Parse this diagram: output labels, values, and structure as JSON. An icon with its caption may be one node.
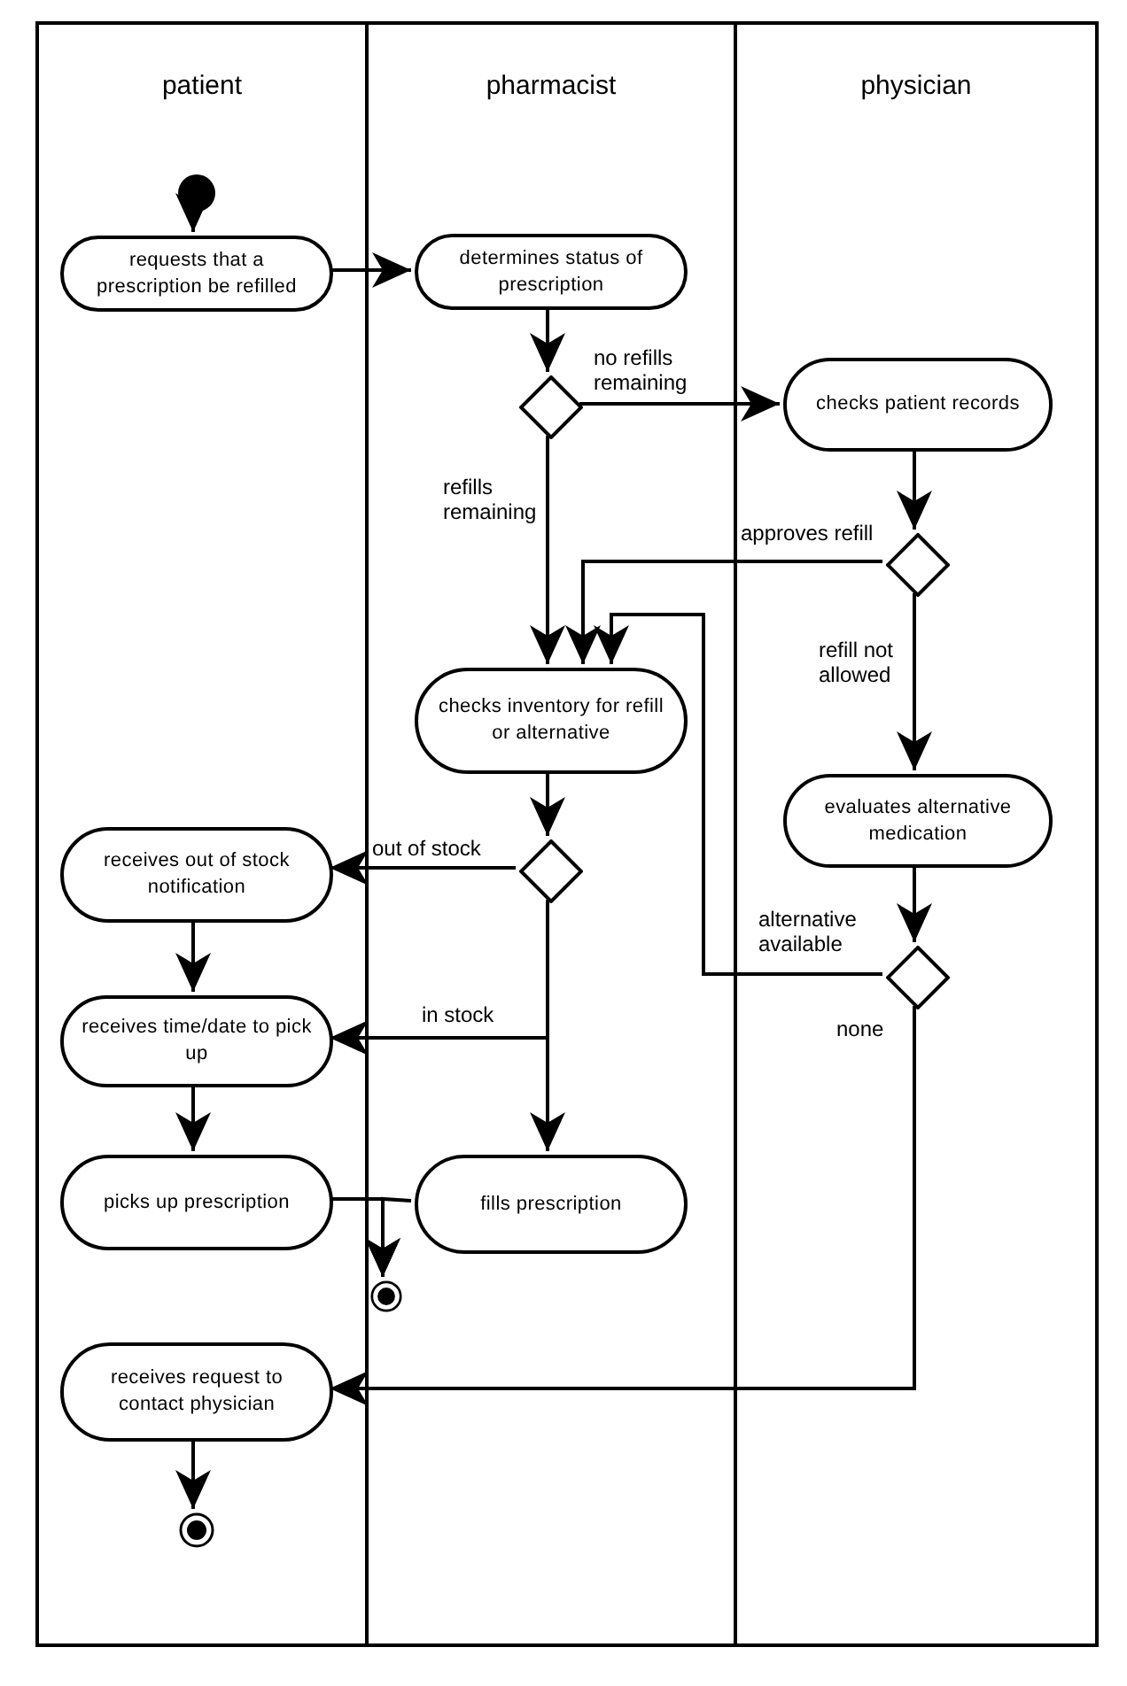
{
  "diagram": {
    "nodes": [
      {
        "text": [
          "patient"
        ]
      },
      {
        "text": [
          "pharmacist"
        ]
      },
      {
        "text": [
          "physician"
        ]
      },
      {
        "text": [],
        "shape": "circle",
        "in": 0
      },
      {
        "text": [
          "requests that a prescription be refilled"
        ],
        "in": 0
      },
      {
        "text": [
          "determines status of prescription"
        ],
        "in": 1
      },
      {
        "text": [],
        "shape": "diamond",
        "in": 1
      },
      {
        "text": [
          "checks patient records"
        ],
        "in": 2
      },
      {
        "text": [],
        "shape": "diamond",
        "in": 2
      },
      {
        "text": [
          "checks inventory for refill or alternative"
        ],
        "in": 1
      },
      {
        "text": [
          "evaluates alternative medication"
        ],
        "in": 2
      },
      {
        "text": [
          "receives out of stock notification"
        ],
        "in": 0
      },
      {
        "text": [],
        "shape": "diamond",
        "in": 1
      },
      {
        "text": [],
        "shape": "diamond",
        "in": 2
      },
      {
        "text": [
          "receives time/date to pick up"
        ],
        "in": 0
      },
      {
        "text": [
          "picks up prescription"
        ],
        "in": 0
      },
      {
        "text": [
          "fills prescription"
        ],
        "in": 1
      },
      {
        "text": [],
        "shape": "circle",
        "in": 1
      },
      {
        "text": [
          "receives request to contact physician"
        ],
        "in": 0
      },
      {
        "text": [],
        "shape": "circle",
        "in": 0
      }
    ],
    "edges": [
      {
        "from": 3,
        "to": 4,
        "arrow": "to"
      },
      {
        "from": 4,
        "to": 5,
        "arrow": "to"
      },
      {
        "from": 5,
        "to": 6,
        "arrow": "to"
      },
      {
        "from": 6,
        "to": 7,
        "arrow": "to",
        "label": "no refills remaining"
      },
      {
        "from": 6,
        "to": 9,
        "arrow": "to",
        "label": "refills remaining"
      },
      {
        "from": 7,
        "to": 8,
        "arrow": "to"
      },
      {
        "from": 8,
        "to": 9,
        "arrow": "to",
        "label": "approves refill"
      },
      {
        "from": 8,
        "to": 10,
        "arrow": "to",
        "label": "refill not allowed"
      },
      {
        "from": 9,
        "to": 12,
        "arrow": "to"
      },
      {
        "from": 12,
        "to": 11,
        "arrow": "to",
        "label": "out of stock"
      },
      {
        "from": 12,
        "to": 14,
        "arrow": "to",
        "label": "in stock"
      },
      {
        "from": 12,
        "to": 16,
        "arrow": "to"
      },
      {
        "from": 10,
        "to": 13,
        "arrow": "to"
      },
      {
        "from": 13,
        "to": 9,
        "arrow": "to",
        "label": "alternative available"
      },
      {
        "from": 13,
        "to": 18,
        "arrow": "to",
        "label": "none"
      },
      {
        "from": 11,
        "to": 14,
        "arrow": "to"
      },
      {
        "from": 14,
        "to": 15,
        "arrow": "to"
      },
      {
        "from": 15,
        "to": 17,
        "arrow": "to"
      },
      {
        "from": 16,
        "to": 17,
        "arrow": "to"
      },
      {
        "from": 18,
        "to": 19,
        "arrow": "to"
      }
    ]
  }
}
